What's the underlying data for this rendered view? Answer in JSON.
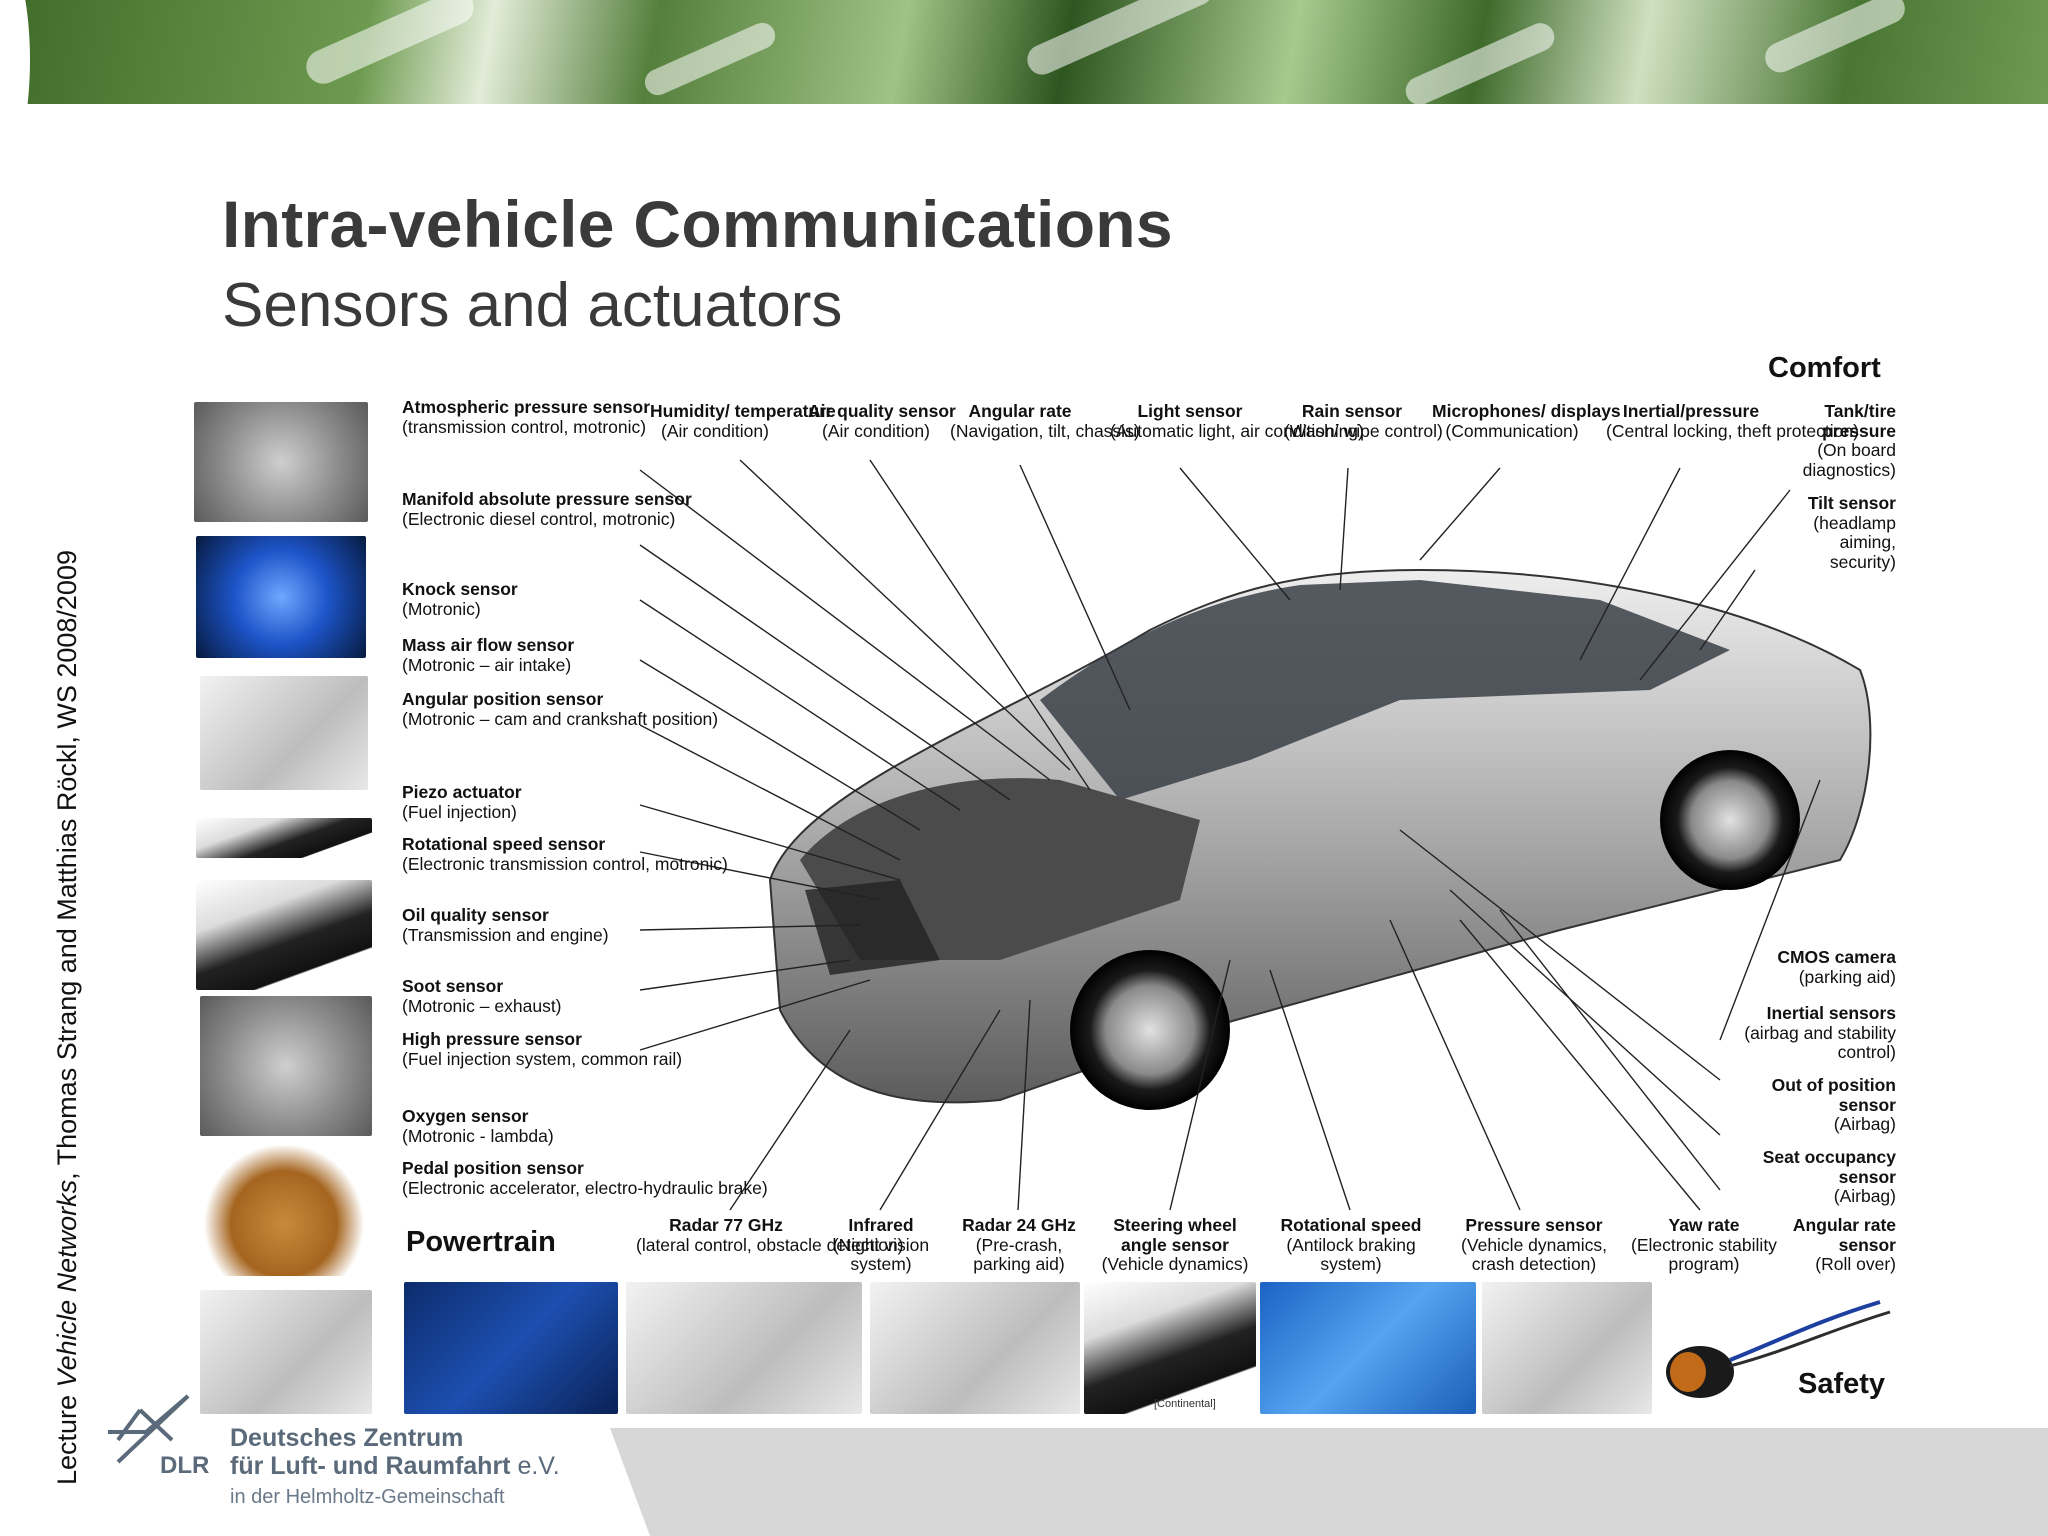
{
  "slide": {
    "title": "Intra-vehicle Communications",
    "subtitle": "Sensors and actuators",
    "side_text_prefix": "Lecture ",
    "side_text_italic": "Vehicle Networks",
    "side_text_suffix": ", Thomas Strang and Matthias Röckl, WS 2008/2009"
  },
  "footer": {
    "logo_text": "DLR",
    "org_line1": "Deutsches Zentrum",
    "org_line2": "für Luft- und Raumfahrt",
    "org_line2_suffix": " e.V.",
    "org_line3": "in der Helmholtz-Gemeinschaft"
  },
  "sections": {
    "comfort": "Comfort",
    "powertrain": "Powertrain",
    "safety": "Safety"
  },
  "powertrain_labels": [
    {
      "name": "Atmospheric pressure sensor",
      "desc": "(transmission control, motronic)"
    },
    {
      "name": "Manifold absolute pressure sensor",
      "desc": "(Electronic  diesel control, motronic)"
    },
    {
      "name": "Knock sensor",
      "desc": "(Motronic)"
    },
    {
      "name": "Mass air flow sensor",
      "desc": "(Motronic – air intake)"
    },
    {
      "name": "Angular position sensor",
      "desc": "(Motronic – cam and crankshaft position)"
    },
    {
      "name": "Piezo actuator",
      "desc": "(Fuel injection)"
    },
    {
      "name": "Rotational speed sensor",
      "desc": "(Electronic transmission control, motronic)"
    },
    {
      "name": "Oil quality sensor",
      "desc": "(Transmission and engine)"
    },
    {
      "name": "Soot sensor",
      "desc": "(Motronic – exhaust)"
    },
    {
      "name": "High pressure sensor",
      "desc": "(Fuel injection system, common rail)"
    },
    {
      "name": "Oxygen sensor",
      "desc": "(Motronic - lambda)"
    },
    {
      "name": "Pedal position sensor",
      "desc": "(Electronic accelerator, electro-hydraulic brake)"
    }
  ],
  "comfort_labels": [
    {
      "name": "Humidity/ temperature",
      "desc": "(Air condition)"
    },
    {
      "name": "Air quality sensor",
      "desc": "(Air condition)"
    },
    {
      "name": "Angular rate",
      "desc": "(Navigation, tilt, chassis)"
    },
    {
      "name": "Light sensor",
      "desc": "(Automatic light, air conditioning)"
    },
    {
      "name": "Rain sensor",
      "desc": "(Wash/ wipe control)"
    },
    {
      "name": "Microphones/ displays",
      "desc": "(Communication)"
    },
    {
      "name": "Inertial/pressure",
      "desc": "(Central locking, theft protection)"
    },
    {
      "name": "Tank/tire pressure",
      "desc": "(On board diagnostics)"
    },
    {
      "name": "Tilt sensor",
      "desc": "(headlamp aiming, security)"
    }
  ],
  "safety_right_labels": [
    {
      "name": "CMOS camera",
      "desc": "(parking aid)"
    },
    {
      "name": "Inertial sensors",
      "desc": "(airbag and stability control)"
    },
    {
      "name": "Out of position sensor",
      "desc": "(Airbag)"
    },
    {
      "name": "Seat occupancy sensor",
      "desc": "(Airbag)"
    }
  ],
  "safety_bottom_labels": [
    {
      "name": "Radar 77 GHz",
      "desc": "(lateral control, obstacle detection)"
    },
    {
      "name": "Infrared",
      "desc": "(Night vision system)"
    },
    {
      "name": "Radar 24 GHz",
      "desc": "(Pre-crash, parking aid)"
    },
    {
      "name": "Steering wheel angle sensor",
      "desc": "(Vehicle dynamics)"
    },
    {
      "name": "Rotational speed",
      "desc": "(Antilock braking system)"
    },
    {
      "name": "Pressure sensor",
      "desc": "(Vehicle dynamics, crash detection)"
    },
    {
      "name": "Yaw rate",
      "desc": "(Electronic stability program)"
    },
    {
      "name": "Angular rate sensor",
      "desc": "(Roll over)"
    }
  ],
  "photo_caption": "[Continental]"
}
